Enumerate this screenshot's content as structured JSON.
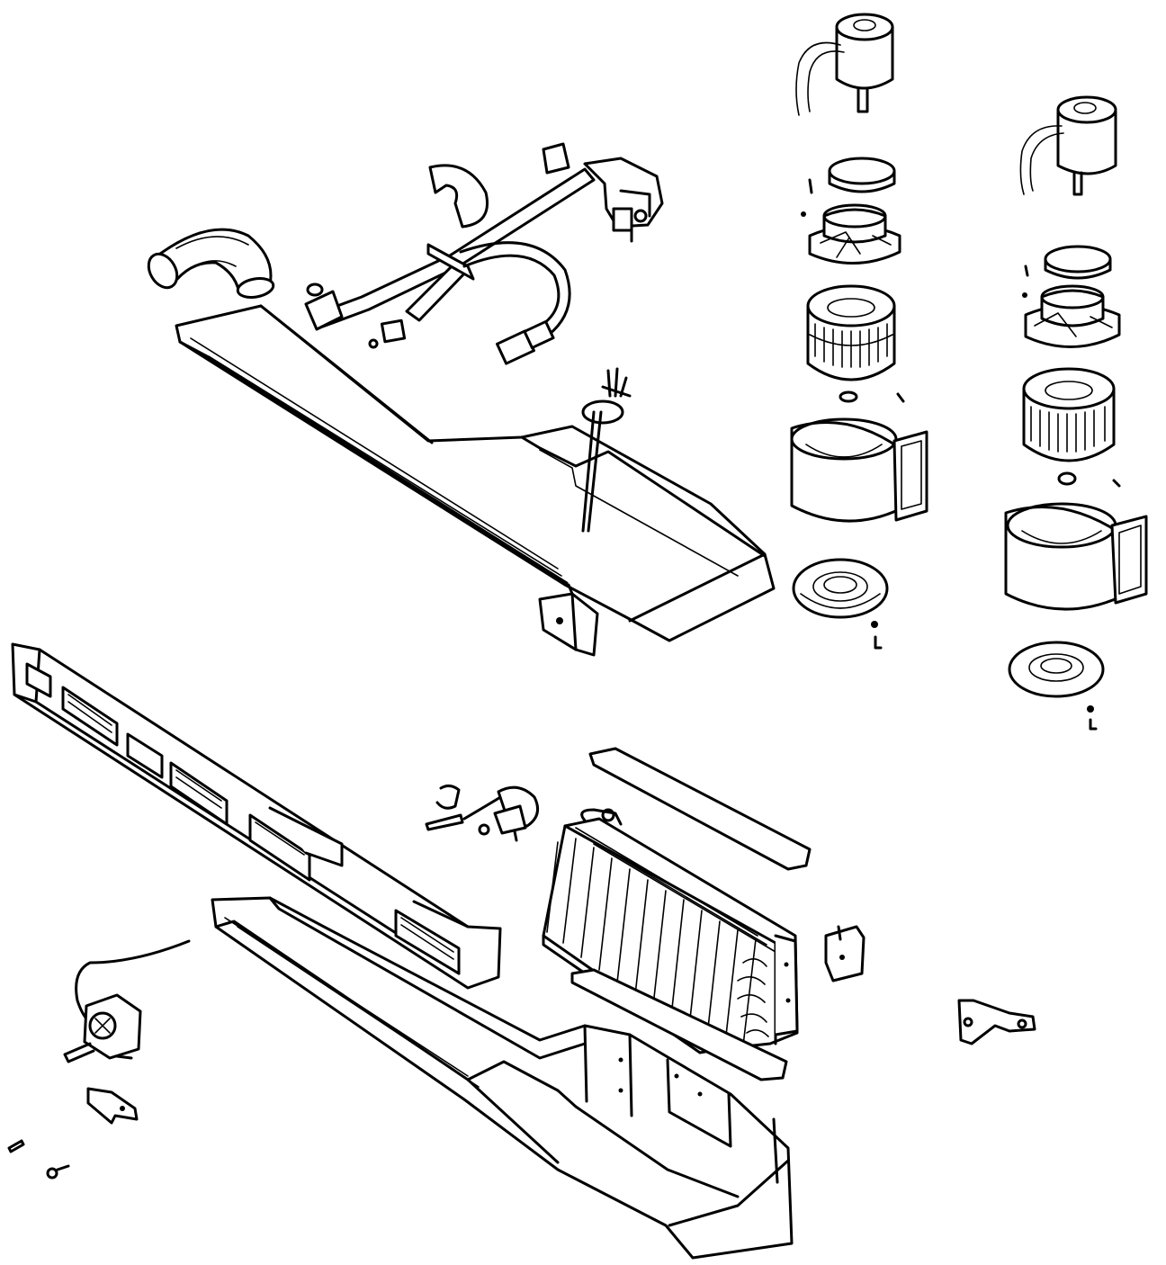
{
  "diagram": {
    "type": "exploded-parts-drawing",
    "stroke_color": "#000000",
    "background_color": "#ffffff",
    "parts": [
      "blower-motor",
      "blower-motor-2",
      "motor-clamp-ring",
      "motor-mount-plate",
      "blower-fan-wheel",
      "scroll-housing",
      "housing-cover-plate",
      "inlet-duct-hose",
      "refrigerant-hose-assembly",
      "expansion-valve",
      "upper-duct-housing",
      "grommet",
      "mounting-bracket",
      "louver-panel",
      "evaporator-core",
      "seal-pad",
      "thermo-switch",
      "lower-case",
      "resistor",
      "small-bracket",
      "hinge-bracket",
      "screw",
      "nut"
    ]
  }
}
